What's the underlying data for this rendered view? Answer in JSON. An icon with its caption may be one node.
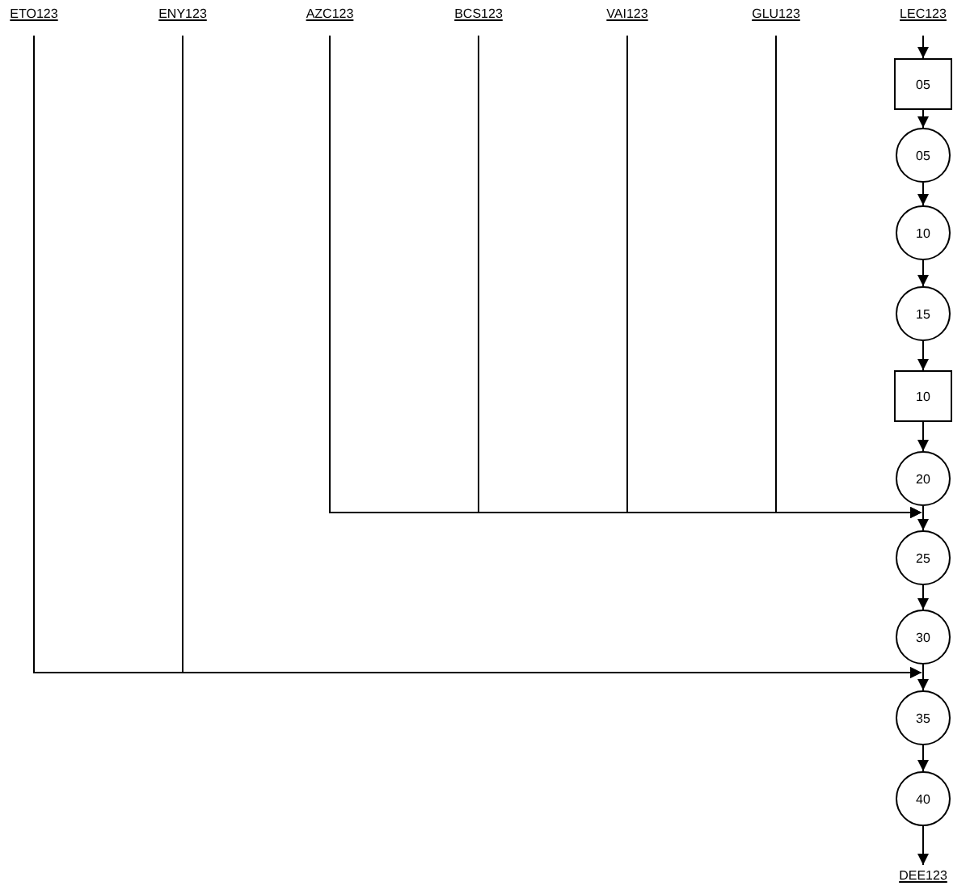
{
  "diagram": {
    "nodes": [
      {
        "text": [
          "ETO123"
        ]
      },
      {
        "text": [
          "ENY123"
        ]
      },
      {
        "text": [
          "AZC123"
        ]
      },
      {
        "text": [
          "BCS123"
        ]
      },
      {
        "text": [
          "VAI123"
        ]
      },
      {
        "text": [
          "GLU123"
        ]
      },
      {
        "text": [
          "LEC123"
        ]
      },
      {
        "text": [
          "05"
        ]
      },
      {
        "text": [
          "05"
        ]
      },
      {
        "text": [
          "10"
        ]
      },
      {
        "text": [
          "15"
        ]
      },
      {
        "text": [
          "10"
        ]
      },
      {
        "text": [
          "20"
        ]
      },
      {
        "text": [
          "25"
        ]
      },
      {
        "text": [
          "30"
        ]
      },
      {
        "text": [
          "35"
        ]
      },
      {
        "text": [
          "40"
        ]
      },
      {
        "text": [
          "DEE123"
        ]
      }
    ],
    "edges": [
      {
        "from": 6,
        "to": 7,
        "arrow": "to"
      },
      {
        "from": 7,
        "to": 8,
        "arrow": "to"
      },
      {
        "from": 8,
        "to": 9,
        "arrow": "to"
      },
      {
        "from": 9,
        "to": 10,
        "arrow": "to"
      },
      {
        "from": 10,
        "to": 11,
        "arrow": "to"
      },
      {
        "from": 11,
        "to": 12,
        "arrow": "to"
      },
      {
        "from": 12,
        "to": 13,
        "arrow": "to"
      },
      {
        "from": 2,
        "to": 13,
        "arrow": "to"
      },
      {
        "from": 3,
        "to": 13,
        "arrow": "to"
      },
      {
        "from": 4,
        "to": 13,
        "arrow": "to"
      },
      {
        "from": 5,
        "to": 13,
        "arrow": "to"
      },
      {
        "from": 13,
        "to": 14,
        "arrow": "to"
      },
      {
        "from": 14,
        "to": 15,
        "arrow": "to"
      },
      {
        "from": 0,
        "to": 15,
        "arrow": "to"
      },
      {
        "from": 1,
        "to": 15,
        "arrow": "to"
      },
      {
        "from": 15,
        "to": 16,
        "arrow": "to"
      },
      {
        "from": 16,
        "to": 17,
        "arrow": "to"
      }
    ]
  }
}
